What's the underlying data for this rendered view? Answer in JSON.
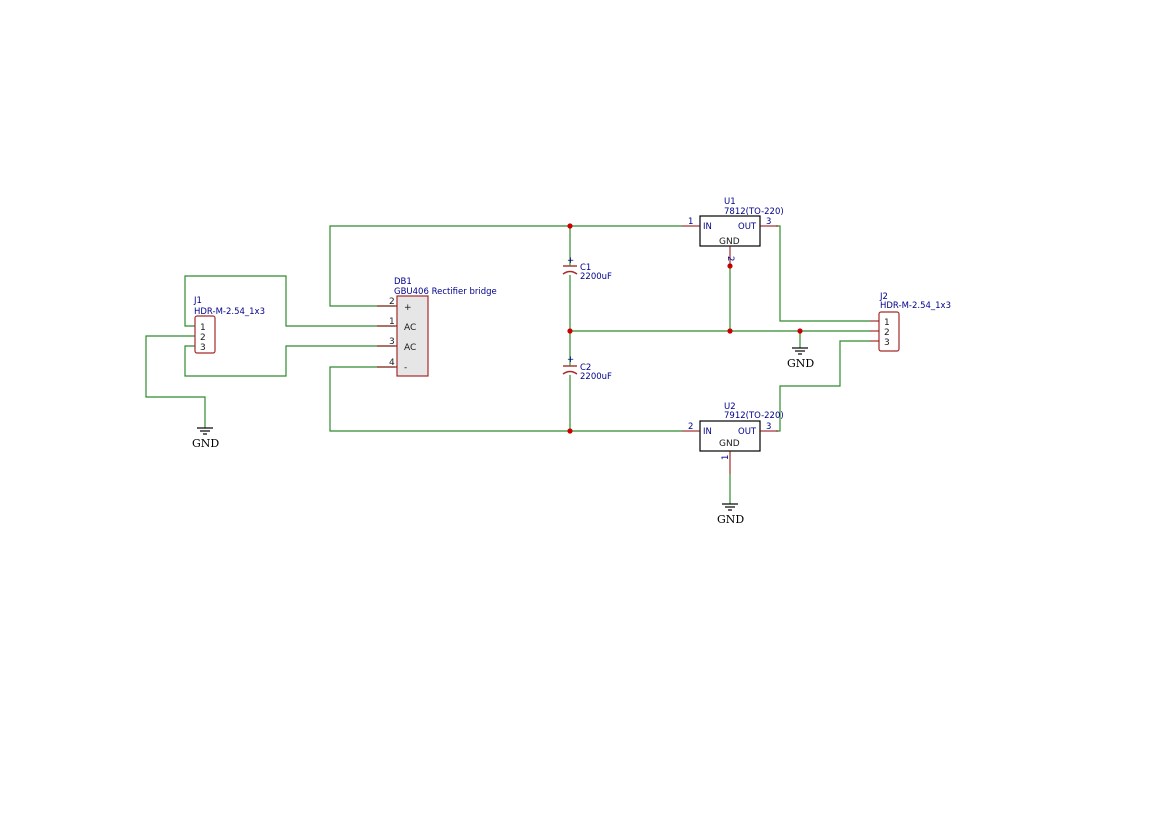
{
  "components": {
    "J1": {
      "ref": "J1",
      "value": "HDR-M-2.54_1x3",
      "pins": [
        "1",
        "2",
        "3"
      ]
    },
    "J2": {
      "ref": "J2",
      "value": "HDR-M-2.54_1x3",
      "pins": [
        "1",
        "2",
        "3"
      ]
    },
    "DB1": {
      "ref": "DB1",
      "value": "GBU406 Rectifier bridge",
      "pins": [
        {
          "num": "2",
          "name": "+"
        },
        {
          "num": "1",
          "name": "AC"
        },
        {
          "num": "3",
          "name": "AC"
        },
        {
          "num": "4",
          "name": "-"
        }
      ]
    },
    "C1": {
      "ref": "C1",
      "value": "2200uF",
      "polarity": "+"
    },
    "C2": {
      "ref": "C2",
      "value": "2200uF",
      "polarity": "+"
    },
    "U1": {
      "ref": "U1",
      "value": "7812(TO-220)",
      "in_label": "IN",
      "out_label": "OUT",
      "gnd_label": "GND",
      "in_pin": "1",
      "out_pin": "3",
      "gnd_pin": "2"
    },
    "U2": {
      "ref": "U2",
      "value": "7912(TO-220)",
      "in_label": "IN",
      "out_label": "OUT",
      "gnd_label": "GND",
      "in_pin": "2",
      "out_pin": "3",
      "gnd_pin": "1"
    }
  },
  "gnd_labels": [
    "GND",
    "GND",
    "GND"
  ],
  "colors": {
    "wire": "#2e8b2e",
    "junction": "#cc0000",
    "pin": "#8b0000",
    "text": "#00008b",
    "connector_body": "#a52a2a",
    "rectifier_fill": "#e6e6e6"
  }
}
